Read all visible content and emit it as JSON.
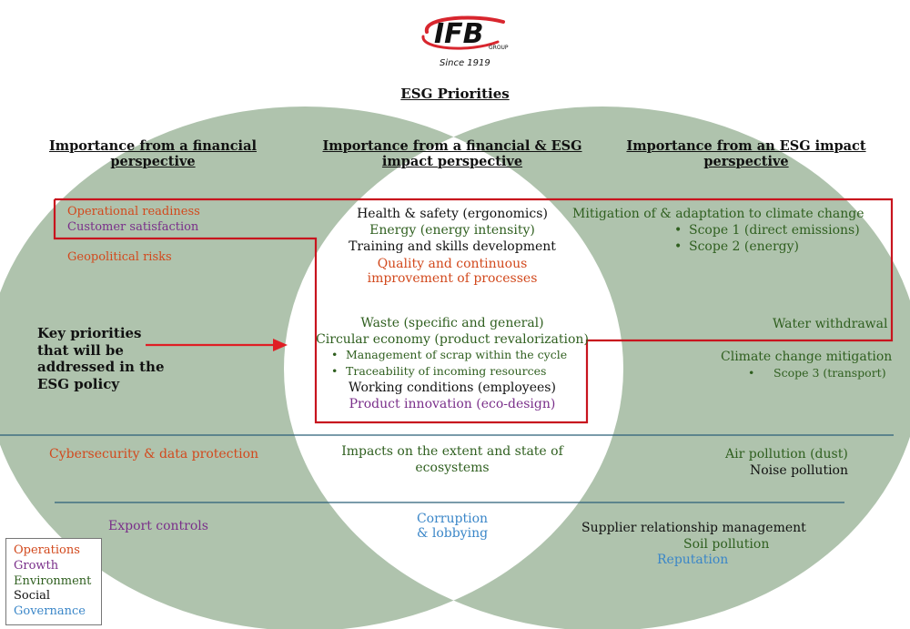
{
  "logo": {
    "text": "IFB",
    "subtext": "GROUP",
    "since": "Since 1919"
  },
  "title": "ESG Priorities",
  "headers": {
    "left": [
      "Importance from a financial",
      "perspective"
    ],
    "center": [
      "Importance from a financial & ESG",
      "impact perspective"
    ],
    "right": [
      "Importance from an ESG impact",
      "perspective"
    ]
  },
  "left_items": {
    "operational_readiness": "Operational readiness",
    "customer_satisfaction": "Customer satisfaction",
    "geopolitical_risks": "Geopolitical risks",
    "cybersecurity": "Cybersecurity & data protection",
    "export_controls": "Export controls"
  },
  "key_priorities": [
    "Key priorities",
    "that will be",
    "addressed in the",
    "ESG policy"
  ],
  "center_items": {
    "health_safety": "Health & safety (ergonomics)",
    "energy": "Energy (energy intensity)",
    "training": "Training and skills development",
    "quality": [
      "Quality and continuous",
      "improvement of processes"
    ],
    "waste": "Waste (specific and general)",
    "circular_economy": "Circular economy (product revalorization)",
    "scrap": "Management of scrap within the cycle",
    "traceability": "Traceability of incoming resources",
    "working_conditions": "Working conditions (employees)",
    "product_innovation": "Product innovation (eco-design)",
    "ecosystems": [
      "Impacts on the extent and state of",
      "ecosystems"
    ],
    "corruption": [
      "Corruption",
      "& lobbying"
    ]
  },
  "right_items": {
    "mitigation": "Mitigation of & adaptation to climate change",
    "scope1": "Scope 1 (direct emissions)",
    "scope2": "Scope 2 (energy)",
    "water": "Water withdrawal",
    "climate_mitigation": "Climate change mitigation",
    "scope3": "Scope 3 (transport)",
    "air_pollution": "Air pollution (dust)",
    "noise_pollution": "Noise pollution",
    "supplier": "Supplier relationship management",
    "soil_pollution": "Soil pollution",
    "reputation": "Reputation"
  },
  "legend": [
    "Operations",
    "Growth",
    "Environment",
    "Social",
    "Governance"
  ],
  "colors": {
    "circle_fill": "#afc3ad",
    "highlight_border": "#c8141e",
    "divider": "#2b5f78",
    "operations": "#d2491d",
    "growth": "#7a2f8a",
    "environment": "#2f5f1f",
    "social": "#111111",
    "governance": "#3a86c8"
  }
}
